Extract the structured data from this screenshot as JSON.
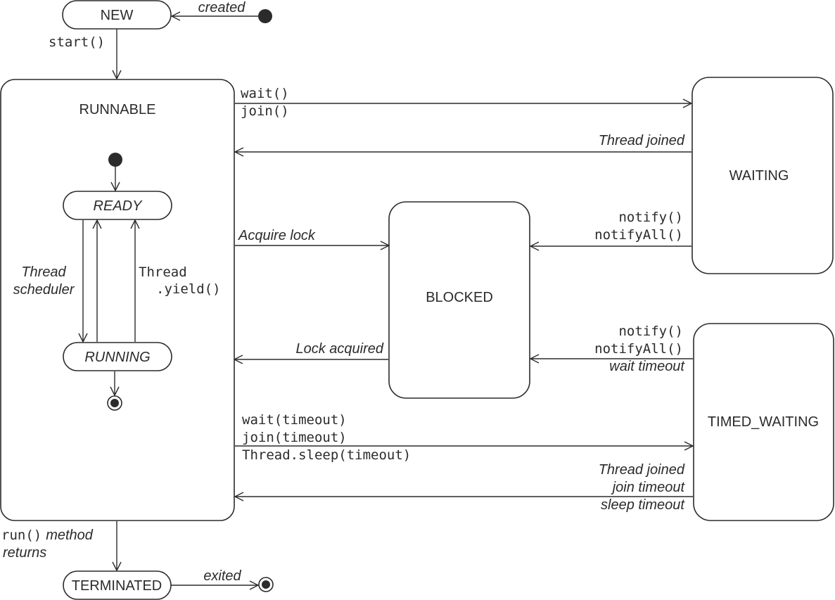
{
  "states": {
    "new": "NEW",
    "runnable": "RUNNABLE",
    "ready": "READY",
    "running": "RUNNING",
    "waiting": "WAITING",
    "blocked": "BLOCKED",
    "timed_waiting": "TIMED_WAITING",
    "terminated": "TERMINATED"
  },
  "labels": {
    "created": "created",
    "start": "start()",
    "wait": "wait()",
    "join": "join()",
    "thread_joined": "Thread joined",
    "notify_1": "notify()",
    "notify_all_1": "notifyAll()",
    "acquire_lock": "Acquire lock",
    "lock_acquired": "Lock acquired",
    "notify_2": "notify()",
    "notify_all_2": "notifyAll()",
    "wait_timeout": "wait timeout",
    "wait_timeout_call": "wait(timeout)",
    "join_timeout_call": "join(timeout)",
    "sleep_timeout_call": "Thread.sleep(timeout)",
    "thread_joined_2": "Thread joined",
    "join_timeout": "join timeout",
    "sleep_timeout": "sleep timeout",
    "thread_scheduler_1": "Thread",
    "thread_scheduler_2": "scheduler",
    "yield_1": "Thread",
    "yield_2": ".yield()",
    "run_call": "run()",
    "run_method": "method",
    "run_returns": "returns",
    "exited": "exited"
  }
}
